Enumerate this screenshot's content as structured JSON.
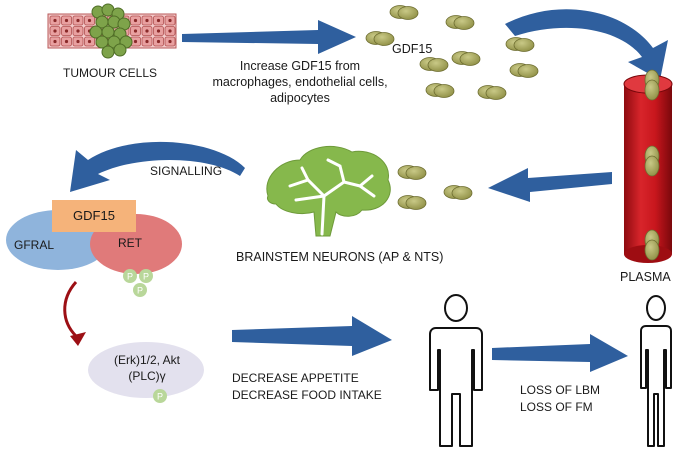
{
  "labels": {
    "tumour_cells": "TUMOUR CELLS",
    "increase_line1": "Increase GDF15 from",
    "increase_line2": "macrophages, endothelial cells,",
    "increase_line3": "adipocytes",
    "gdf15_top": "GDF15",
    "signalling": "SIGNALLING",
    "gdf15_box": "GDF15",
    "gfral": "GFRAL",
    "ret": "RET",
    "brainstem": "BRAINSTEM NEURONS (AP & NTS)",
    "plasma": "PLASMA",
    "erk_line1": "(Erk)1/2, Akt",
    "erk_line2": "(PLC)γ",
    "decrease_appetite": "DECREASE APPETITE",
    "decrease_food": "DECREASE FOOD INTAKE",
    "loss_lbm": "LOSS OF LBM",
    "loss_fm": "LOSS OF FM",
    "phospho": "P"
  },
  "colors": {
    "arrow_blue": "#2f5f9e",
    "gdf15_particle": "#a3a35a",
    "plasma_red": "#c8161d",
    "brain_green": "#86b84c",
    "gfral_blue": "#8fb4dc",
    "ret_red": "#e07a7a",
    "gdf15_box": "#f5b37a",
    "phospho_green": "#b9d79a",
    "signal_lavender": "#e3e1ee",
    "dark_red_arrow": "#9c0f14",
    "tumour_pink": "#e8a0a0",
    "tumour_green": "#7ea34a"
  }
}
